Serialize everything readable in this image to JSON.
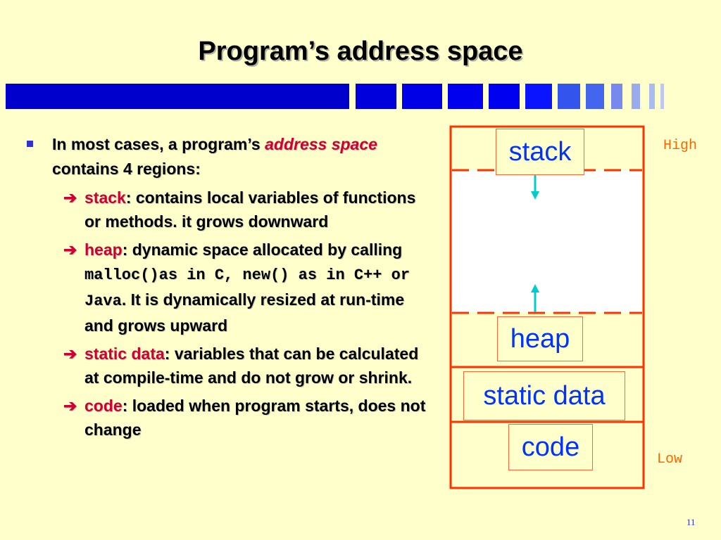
{
  "title": "Program’s address space",
  "colors": {
    "region_border": "#ff3300",
    "label": "#0033ff",
    "arrow": "#00cccc",
    "accent": "#cc0033",
    "bar": "#0000cc"
  },
  "bullet": {
    "prefix": "In most cases, a program’s",
    "emphasis": "address space",
    "suffix": "contains 4 regions:"
  },
  "subitems": [
    {
      "key": "stack",
      "text": ": contains local variables of functions or methods. it grows downward"
    },
    {
      "key": "heap",
      "text_before": ": dynamic space allocated by calling",
      "code": "malloc()as in C, new() as in C++ or Java",
      "text_after": ". It is dynamically resized at run-time and grows upward"
    },
    {
      "key": "static data",
      "text": ": variables that can be calculated at compile-time and do not grow or shrink."
    },
    {
      "key": "code",
      "text": ": loaded when program starts, does not change"
    }
  ],
  "diagram": {
    "high_label": "High",
    "low_label": "Low",
    "regions": [
      "stack",
      "heap",
      "static data",
      "code"
    ]
  },
  "page_number": "11"
}
